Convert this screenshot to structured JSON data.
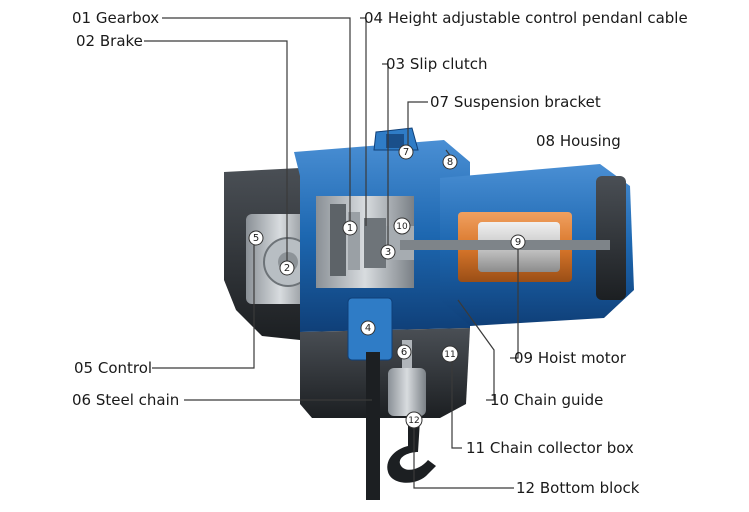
{
  "labels": {
    "l01": "01 Gearbox",
    "l02": "02 Brake",
    "l03": "03 Slip clutch",
    "l04": "04 Height adjustable control pendanl cable",
    "l05": "05 Control",
    "l06": "06 Steel chain",
    "l07": "07 Suspension bracket",
    "l08": "08 Housing",
    "l09": "09 Hoist motor",
    "l10": "10 Chain guide",
    "l11": "11 Chain collector box",
    "l12": "12 Bottom block"
  },
  "markers": {
    "m1": "1",
    "m2": "2",
    "m3": "3",
    "m4": "4",
    "m5": "5",
    "m6": "6",
    "m7": "7",
    "m8": "8",
    "m9": "9",
    "m10": "10",
    "m11": "11",
    "m12": "12"
  },
  "colors": {
    "housing_blue": "#1d67b0",
    "dark_body": "#2b2f33",
    "motor_copper": "#d9772b",
    "leader_line": "#3a3a3a"
  }
}
